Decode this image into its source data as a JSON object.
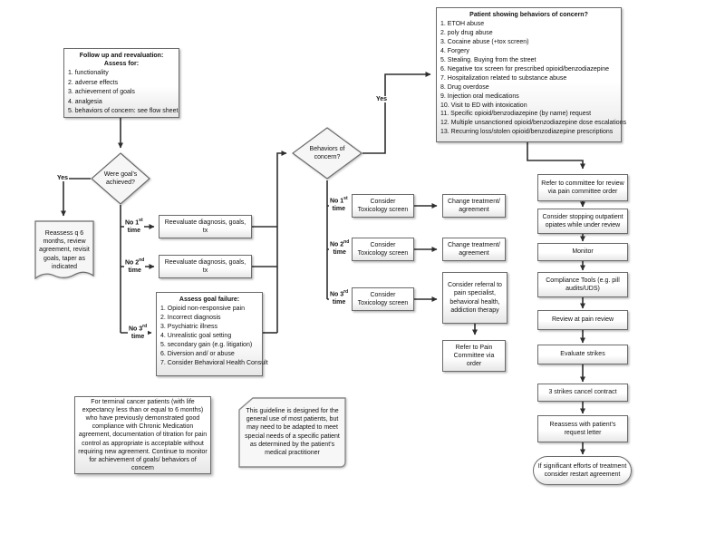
{
  "colors": {
    "box_border": "#6b6b6b",
    "connector_line": "#2e2e2e",
    "box_fill_top": "#ffffff",
    "box_fill_bottom": "#e7e7e7"
  },
  "labels": {
    "yes": "Yes",
    "time": "time",
    "no1_pre": "No 1",
    "no1_sup": "st",
    "no2_pre": "No 2",
    "no2_sup": "nd",
    "no3_pre": "No 3",
    "no3_sup": "rd"
  },
  "followup": {
    "title": "Follow up and reevaluation: Assess for:",
    "items": [
      "1. functionality",
      "2. adverse effects",
      "3. achievement of goals",
      "4. analgesia",
      "5. behaviors of concern: see flow sheet"
    ]
  },
  "goals_diamond": {
    "label": "Were goal's achieved?"
  },
  "reassess_doc": {
    "text": "Reassess q 6 months, review agreement, revisit goals, taper as indicated"
  },
  "reevaluate": {
    "label": "Reevaluate diagnosis, goals, tx"
  },
  "assess_failure": {
    "title": "Assess goal failure:",
    "items": [
      "1. Opioid non-responsive pain",
      "2. Incorrect diagnosis",
      "3. Psychiatric illness",
      "4. Unrealistic goal setting",
      "5. secondary gain (e.g. litigation)",
      "6. Diversion and/ or abuse",
      "7. Consider Behavioral Health Consult"
    ]
  },
  "behaviors_diamond": {
    "label": "Behaviors of concern?"
  },
  "toxicology": {
    "label": "Consider Toxicology screen"
  },
  "change": {
    "label": "Change treatment/ agreement"
  },
  "referral": {
    "label": "Consider referral to pain specialist, behavioral health, addiction therapy"
  },
  "pain_committee": {
    "label": "Refer to Pain Committee via order"
  },
  "concern": {
    "title": "Patient showing behaviors of concern?",
    "items": [
      "1. ETOH abuse",
      "2. poly drug abuse",
      "3. Cocaine abuse (+tox screen)",
      "4. Forgery",
      "5. Stealing. Buying from the street",
      "6. Negative tox screen for prescribed opioid/benzodiazepine",
      "7. Hospitalization related to substance abuse",
      "8. Drug overdose",
      "9. Injection oral medications",
      "10. Visit to ED with intoxication",
      "11. Specific opioid/benzodiazepine (by name) request",
      "12. Multiple unsanctioned opioid/benzodiazepine dose escalations",
      "13. Recurring loss/stolen opioid/benzodiazepine prescriptions"
    ]
  },
  "right_steps": [
    "Refer to committee for review via pain committee order",
    "Consider stopping outpatient opiates while under review",
    "Monitor",
    "Compliance Tools (e.g. pill audits/UDS)",
    "Review at pain review",
    "Evaluate strikes",
    "3 strikes cancel contract",
    "Reassess with patient's request letter"
  ],
  "restart": {
    "label": "If significant efforts of treatment consider restart agreement"
  },
  "terminal_note": {
    "text": "For terminal cancer patients (with life expectancy less than or equal to 6 months) who have previously demonstrated good compliance with Chronic Medication agreement, documentation of titration for pain control as appropriate is acceptable without requiring new agreement. Continue to monitor for achievement of goals/ behaviors of concern"
  },
  "guideline_note": {
    "text": "This guideline is designed for the general use of most patients, but may need to be adapted to meet special needs of a specific patient as determined by the patient's medical practitioner"
  }
}
